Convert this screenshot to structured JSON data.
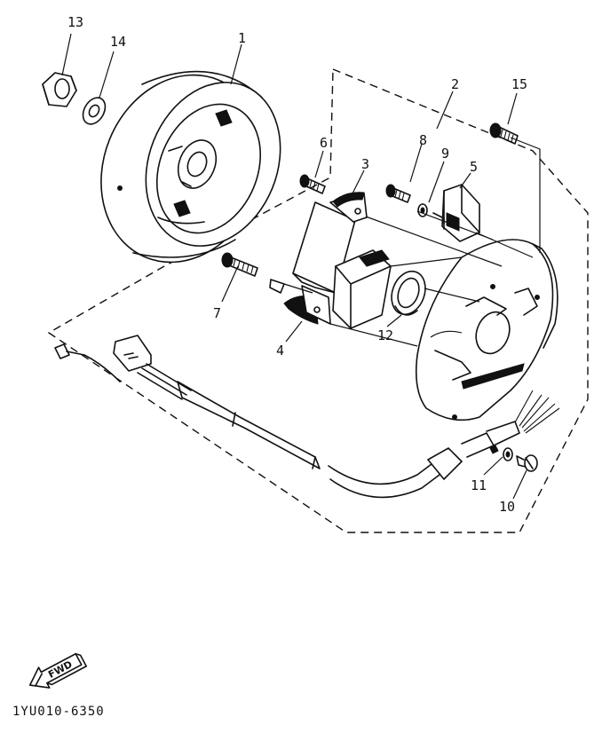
{
  "callouts": {
    "c1": "1",
    "c2": "2",
    "c3": "3",
    "c4": "4",
    "c5": "5",
    "c6": "6",
    "c7": "7",
    "c8": "8",
    "c9": "9",
    "c10": "10",
    "c11": "11",
    "c12": "12",
    "c13": "13",
    "c14": "14",
    "c15": "15"
  },
  "direction_label": "FWD",
  "figure_code": "1YU010-6350"
}
